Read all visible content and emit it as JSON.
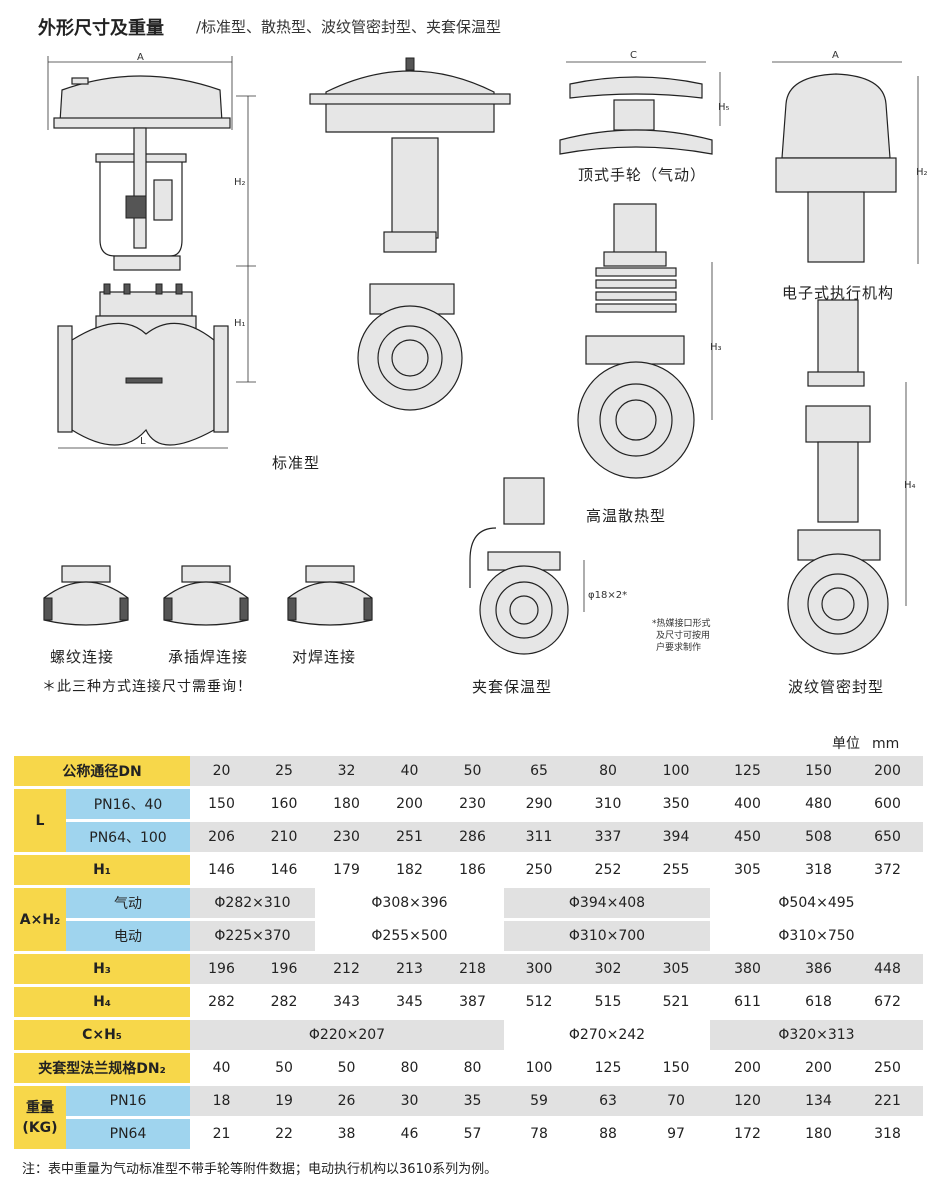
{
  "header": {
    "title": "外形尺寸及重量",
    "subtitle": "/标准型、散热型、波纹管密封型、夹套保温型"
  },
  "captions": {
    "standard": "标准型",
    "top_handwheel": "顶式手轮（气动）",
    "electronic_actuator": "电子式执行机构",
    "high_temp": "高温散热型",
    "jacket": "夹套保温型",
    "bellows": "波纹管密封型",
    "thread": "螺纹连接",
    "socket_weld": "承插焊连接",
    "butt_weld": "对焊连接",
    "connection_note": "＊此三种方式连接尺寸需垂询！",
    "jacket_note": [
      "*热媒接口形式",
      "及尺寸可按用",
      "户要求制作"
    ]
  },
  "dim_labels": {
    "A": "A",
    "C": "C",
    "H1": "H₁",
    "H2": "H₂",
    "H3": "H₃",
    "H4": "H₄",
    "H5": "H₅",
    "L": "L",
    "jacket_dim": "φ18×2*"
  },
  "unit": {
    "label": "单位",
    "value": "mm"
  },
  "table": {
    "dn": {
      "label": "公称通径DN",
      "values": [
        "20",
        "25",
        "32",
        "40",
        "50",
        "65",
        "80",
        "100",
        "125",
        "150",
        "200"
      ]
    },
    "L": {
      "label": "L",
      "pn16_label": "PN16、40",
      "pn16": [
        "150",
        "160",
        "180",
        "200",
        "230",
        "290",
        "310",
        "350",
        "400",
        "480",
        "600"
      ],
      "pn64_label": "PN64、100",
      "pn64": [
        "206",
        "210",
        "230",
        "251",
        "286",
        "311",
        "337",
        "394",
        "450",
        "508",
        "650"
      ]
    },
    "H1": {
      "label": "H₁",
      "values": [
        "146",
        "146",
        "179",
        "182",
        "186",
        "250",
        "252",
        "255",
        "305",
        "318",
        "372"
      ]
    },
    "AxH2": {
      "label": "A×H₂",
      "pneumatic_label": "气动",
      "pneumatic": [
        "Φ282×310",
        "Φ308×396",
        "Φ394×408",
        "Φ504×495"
      ],
      "electric_label": "电动",
      "electric": [
        "Φ225×370",
        "Φ255×500",
        "Φ310×700",
        "Φ310×750"
      ]
    },
    "H3": {
      "label": "H₃",
      "values": [
        "196",
        "196",
        "212",
        "213",
        "218",
        "300",
        "302",
        "305",
        "380",
        "386",
        "448"
      ]
    },
    "H4": {
      "label": "H₄",
      "values": [
        "282",
        "282",
        "343",
        "345",
        "387",
        "512",
        "515",
        "521",
        "611",
        "618",
        "672"
      ]
    },
    "CxH5": {
      "label": "C×H₅",
      "values": [
        "Φ220×207",
        "Φ270×242",
        "Φ320×313"
      ]
    },
    "DN2": {
      "label": "夹套型法兰规格DN₂",
      "values": [
        "40",
        "50",
        "50",
        "80",
        "80",
        "100",
        "125",
        "150",
        "200",
        "200",
        "250"
      ]
    },
    "weight": {
      "label_line1": "重量",
      "label_line2": "(KG)",
      "pn16_label": "PN16",
      "pn16": [
        "18",
        "19",
        "26",
        "30",
        "35",
        "59",
        "63",
        "70",
        "120",
        "134",
        "221"
      ],
      "pn64_label": "PN64",
      "pn64": [
        "21",
        "22",
        "38",
        "46",
        "57",
        "78",
        "88",
        "97",
        "172",
        "180",
        "318"
      ]
    }
  },
  "footnote": "注：表中重量为气动标准型不带手轮等附件数据；电动执行机构以3610系列为例。"
}
